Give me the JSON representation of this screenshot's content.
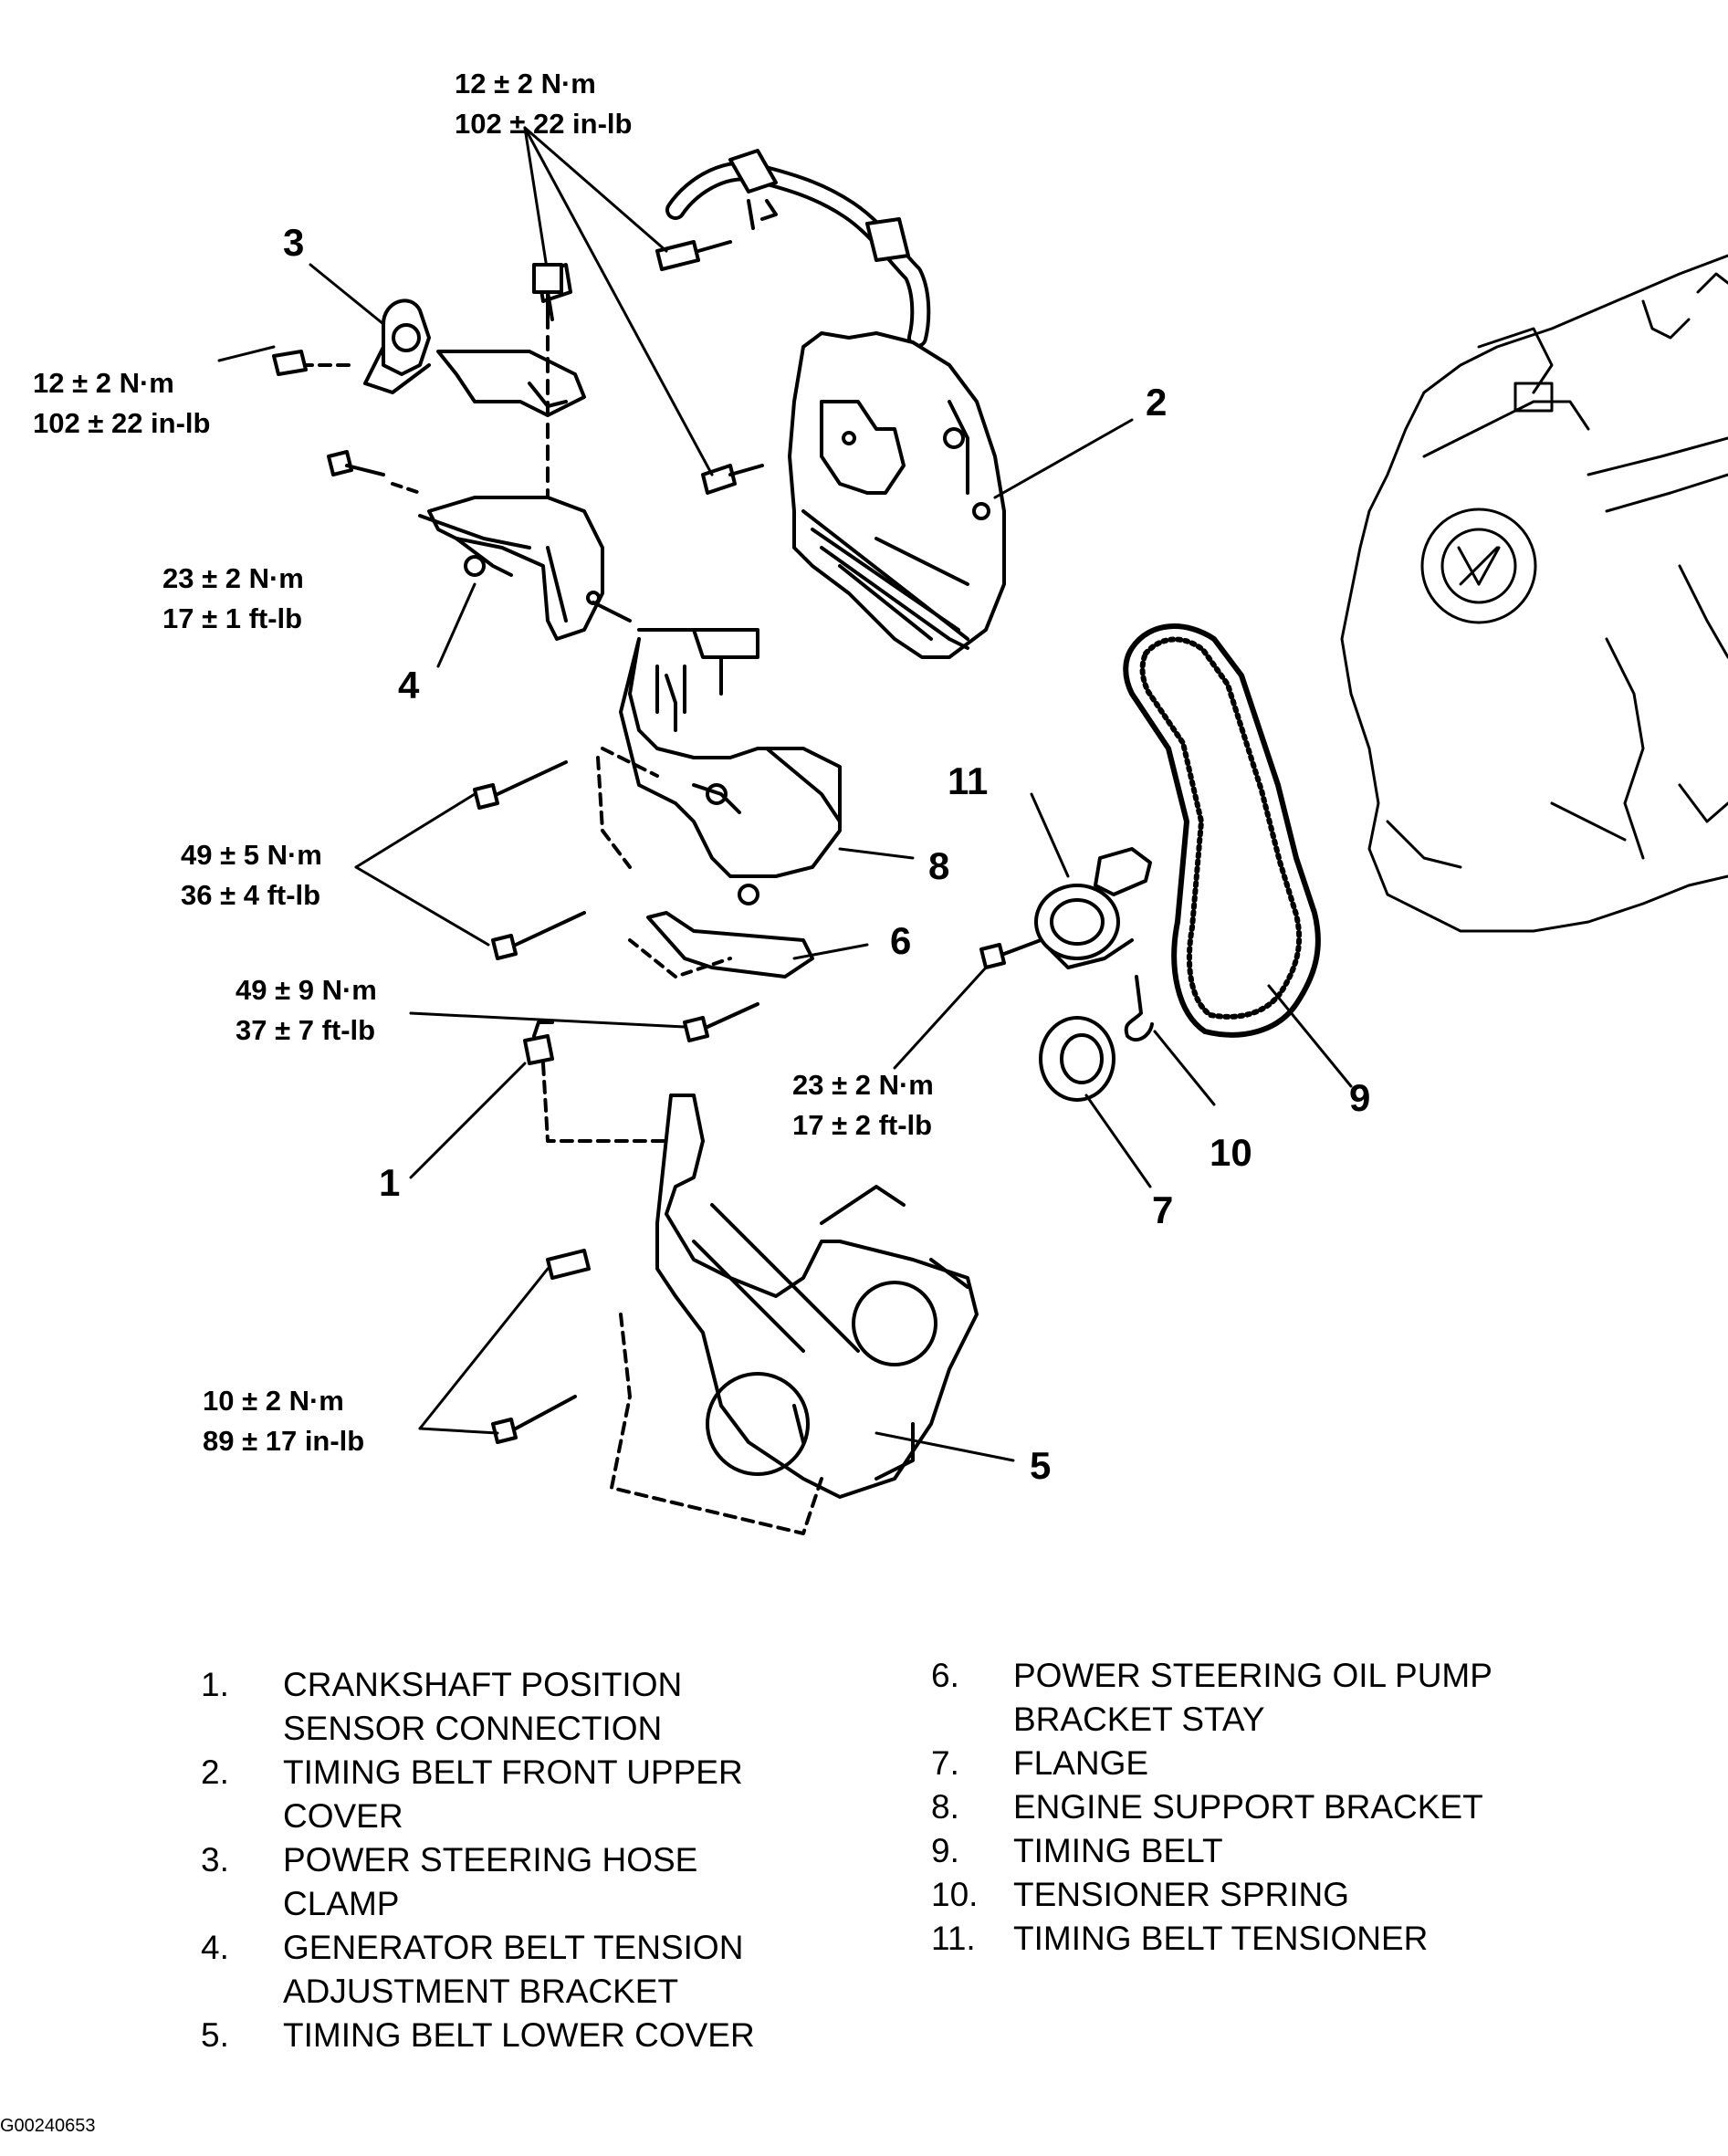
{
  "figure_id": "G00240653",
  "callouts": [
    "1",
    "2",
    "3",
    "4",
    "5",
    "6",
    "7",
    "8",
    "9",
    "10",
    "11"
  ],
  "torques": [
    {
      "nm": "12 ± 2 N·m",
      "imperial": "102 ± 22 in-lb"
    },
    {
      "nm": "12 ± 2 N·m",
      "imperial": "102 ± 22 in-lb"
    },
    {
      "nm": "23 ± 2 N·m",
      "imperial": "17 ± 1 ft-lb"
    },
    {
      "nm": "49 ± 5 N·m",
      "imperial": "36 ± 4 ft-lb"
    },
    {
      "nm": "49 ± 9 N·m",
      "imperial": "37 ± 7 ft-lb"
    },
    {
      "nm": "23 ± 2 N·m",
      "imperial": "17 ± 2 ft-lb"
    },
    {
      "nm": "10 ± 2 N·m",
      "imperial": "89 ± 17 in-lb"
    }
  ],
  "legend": [
    {
      "num": "1.",
      "text": "CRANKSHAFT POSITION\nSENSOR CONNECTION"
    },
    {
      "num": "2.",
      "text": "TIMING BELT FRONT UPPER\nCOVER"
    },
    {
      "num": "3.",
      "text": "POWER STEERING HOSE\nCLAMP"
    },
    {
      "num": "4.",
      "text": "GENERATOR BELT TENSION\nADJUSTMENT BRACKET"
    },
    {
      "num": "5.",
      "text": "TIMING BELT LOWER COVER"
    },
    {
      "num": "6.",
      "text": "POWER STEERING OIL PUMP\nBRACKET STAY"
    },
    {
      "num": "7.",
      "text": "FLANGE"
    },
    {
      "num": "8.",
      "text": "ENGINE SUPPORT BRACKET"
    },
    {
      "num": "9.",
      "text": "TIMING BELT"
    },
    {
      "num": "10.",
      "text": "TENSIONER SPRING"
    },
    {
      "num": "11.",
      "text": "TIMING BELT TENSIONER"
    }
  ]
}
